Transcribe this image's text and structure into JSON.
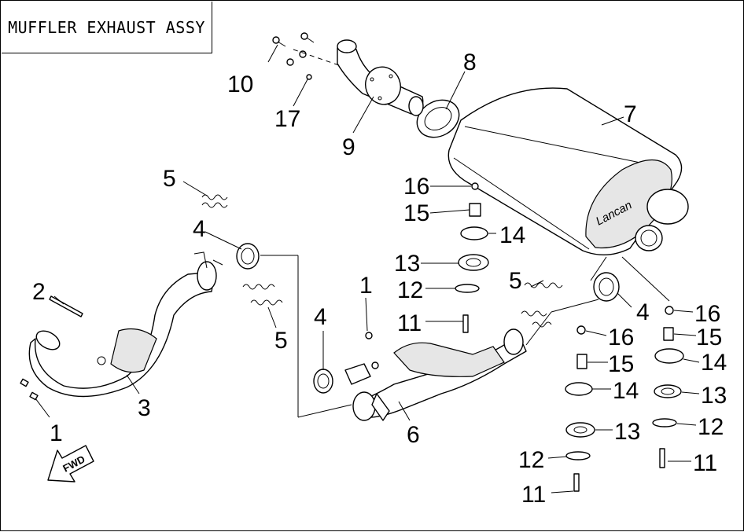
{
  "title": "MUFFLER EXHAUST ASSY",
  "fwd_label": "FWD",
  "muffler_brand": "Lancan",
  "callouts": [
    {
      "id": "c10a",
      "text": "10"
    },
    {
      "id": "c17",
      "text": "17"
    },
    {
      "id": "c9",
      "text": "9"
    },
    {
      "id": "c8",
      "text": "8"
    },
    {
      "id": "c7",
      "text": "7"
    },
    {
      "id": "c5a",
      "text": "5"
    },
    {
      "id": "c4a",
      "text": "4"
    },
    {
      "id": "c2",
      "text": "2"
    },
    {
      "id": "c3",
      "text": "3"
    },
    {
      "id": "c1a",
      "text": "1"
    },
    {
      "id": "c5b",
      "text": "5"
    },
    {
      "id": "c4b",
      "text": "4"
    },
    {
      "id": "c1b",
      "text": "1"
    },
    {
      "id": "c16a",
      "text": "16"
    },
    {
      "id": "c15a",
      "text": "15"
    },
    {
      "id": "c14a",
      "text": "14"
    },
    {
      "id": "c13a",
      "text": "13"
    },
    {
      "id": "c12a",
      "text": "12"
    },
    {
      "id": "c11a",
      "text": "11"
    },
    {
      "id": "c6",
      "text": "6"
    },
    {
      "id": "c5c",
      "text": "5"
    },
    {
      "id": "c4c",
      "text": "4"
    },
    {
      "id": "c16b",
      "text": "16"
    },
    {
      "id": "c15b",
      "text": "15"
    },
    {
      "id": "c14b",
      "text": "14"
    },
    {
      "id": "c13b",
      "text": "13"
    },
    {
      "id": "c12b",
      "text": "12"
    },
    {
      "id": "c11b",
      "text": "11"
    },
    {
      "id": "c16c",
      "text": "16"
    },
    {
      "id": "c15c",
      "text": "15"
    },
    {
      "id": "c14c",
      "text": "14"
    },
    {
      "id": "c13c",
      "text": "13"
    },
    {
      "id": "c12c",
      "text": "12"
    },
    {
      "id": "c11c",
      "text": "11"
    }
  ]
}
